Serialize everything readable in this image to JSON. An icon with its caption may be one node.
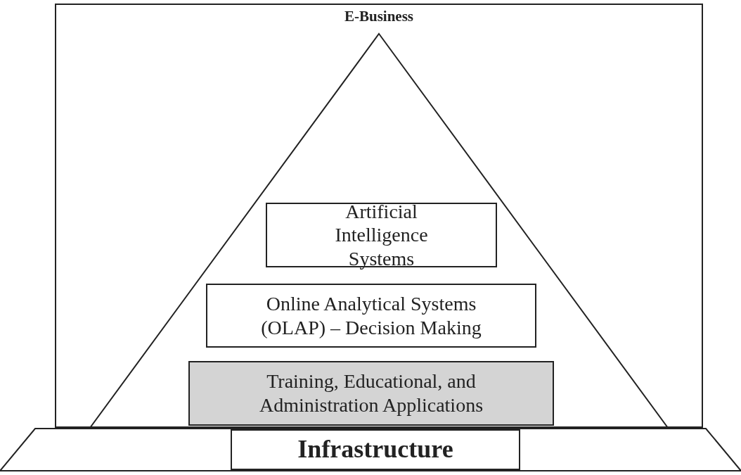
{
  "diagram": {
    "nodes": [
      {
        "text": [],
        "shape": "box"
      },
      {
        "text": [
          "E-Business"
        ],
        "in": 0
      },
      {
        "text": [
          "Artificial Intelligence Systems"
        ],
        "in": 1
      },
      {
        "text": [
          "Online Analytical Systems (OLAP) – Decision Making"
        ],
        "in": 1
      },
      {
        "text": [
          "Training, Educational, and Administration Applications"
        ],
        "in": 1
      },
      {
        "text": [],
        "shape": "trapezoid"
      },
      {
        "text": [
          "Infrastructure"
        ],
        "in": 5
      }
    ]
  }
}
